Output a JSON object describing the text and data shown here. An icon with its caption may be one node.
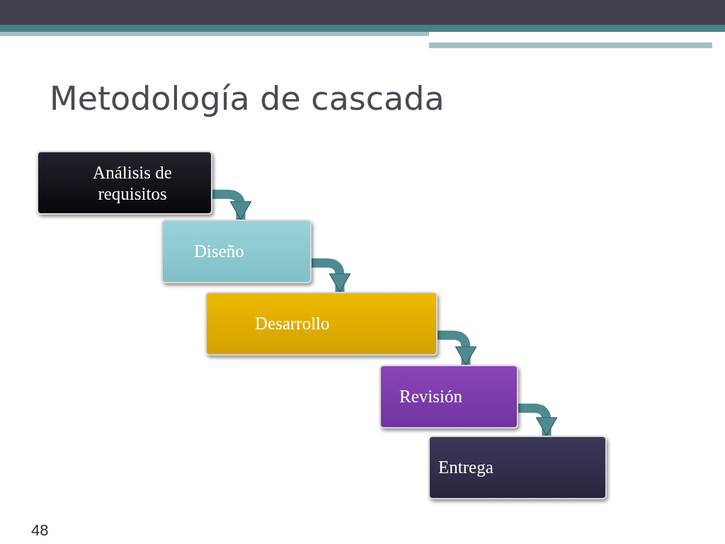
{
  "diagram": {
    "title": "Metodología de cascada",
    "nodes": [
      {
        "text": [
          "Análisis de requisitos"
        ]
      },
      {
        "text": [
          "Diseño"
        ]
      },
      {
        "text": [
          "Desarrollo"
        ]
      },
      {
        "text": [
          "Revisión"
        ]
      },
      {
        "text": [
          "Entrega"
        ]
      }
    ],
    "edges": [
      {
        "from": 0,
        "to": 1,
        "arrow": "to"
      },
      {
        "from": 1,
        "to": 2,
        "arrow": "to"
      },
      {
        "from": 2,
        "to": 3,
        "arrow": "to"
      },
      {
        "from": 3,
        "to": 4,
        "arrow": "to"
      }
    ],
    "labels": [
      "48"
    ]
  }
}
